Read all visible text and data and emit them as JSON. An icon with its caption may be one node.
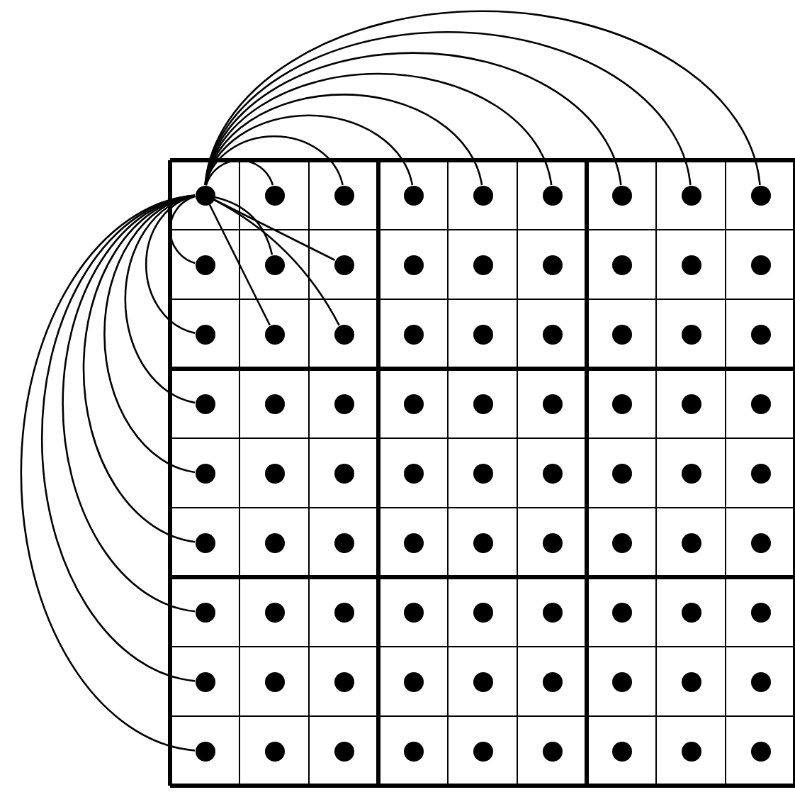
{
  "diagram": {
    "nodes": [
      {
        "text": [],
        "shape": "circle"
      },
      {
        "text": [],
        "shape": "circle"
      },
      {
        "text": [],
        "shape": "circle"
      },
      {
        "text": [],
        "shape": "circle"
      },
      {
        "text": [],
        "shape": "circle"
      },
      {
        "text": [],
        "shape": "circle"
      },
      {
        "text": [],
        "shape": "circle"
      },
      {
        "text": [],
        "shape": "circle"
      },
      {
        "text": [],
        "shape": "circle"
      },
      {
        "text": [],
        "shape": "circle"
      },
      {
        "text": [],
        "shape": "circle"
      },
      {
        "text": [],
        "shape": "circle"
      },
      {
        "text": [],
        "shape": "circle"
      },
      {
        "text": [],
        "shape": "circle"
      },
      {
        "text": [],
        "shape": "circle"
      },
      {
        "text": [],
        "shape": "circle"
      },
      {
        "text": [],
        "shape": "circle"
      },
      {
        "text": [],
        "shape": "circle"
      },
      {
        "text": [],
        "shape": "circle"
      },
      {
        "text": [],
        "shape": "circle"
      },
      {
        "text": [],
        "shape": "circle"
      },
      {
        "text": [],
        "shape": "circle"
      },
      {
        "text": [],
        "shape": "circle"
      },
      {
        "text": [],
        "shape": "circle"
      },
      {
        "text": [],
        "shape": "circle"
      },
      {
        "text": [],
        "shape": "circle"
      },
      {
        "text": [],
        "shape": "circle"
      },
      {
        "text": [],
        "shape": "circle"
      },
      {
        "text": [],
        "shape": "circle"
      },
      {
        "text": [],
        "shape": "circle"
      },
      {
        "text": [],
        "shape": "circle"
      },
      {
        "text": [],
        "shape": "circle"
      },
      {
        "text": [],
        "shape": "circle"
      },
      {
        "text": [],
        "shape": "circle"
      },
      {
        "text": [],
        "shape": "circle"
      },
      {
        "text": [],
        "shape": "circle"
      },
      {
        "text": [],
        "shape": "circle"
      },
      {
        "text": [],
        "shape": "circle"
      },
      {
        "text": [],
        "shape": "circle"
      },
      {
        "text": [],
        "shape": "circle"
      },
      {
        "text": [],
        "shape": "circle"
      },
      {
        "text": [],
        "shape": "circle"
      },
      {
        "text": [],
        "shape": "circle"
      },
      {
        "text": [],
        "shape": "circle"
      },
      {
        "text": [],
        "shape": "circle"
      },
      {
        "text": [],
        "shape": "circle"
      },
      {
        "text": [],
        "shape": "circle"
      },
      {
        "text": [],
        "shape": "circle"
      },
      {
        "text": [],
        "shape": "circle"
      },
      {
        "text": [],
        "shape": "circle"
      },
      {
        "text": [],
        "shape": "circle"
      },
      {
        "text": [],
        "shape": "circle"
      },
      {
        "text": [],
        "shape": "circle"
      },
      {
        "text": [],
        "shape": "circle"
      },
      {
        "text": [],
        "shape": "circle"
      },
      {
        "text": [],
        "shape": "circle"
      },
      {
        "text": [],
        "shape": "circle"
      },
      {
        "text": [],
        "shape": "circle"
      },
      {
        "text": [],
        "shape": "circle"
      },
      {
        "text": [],
        "shape": "circle"
      },
      {
        "text": [],
        "shape": "circle"
      },
      {
        "text": [],
        "shape": "circle"
      },
      {
        "text": [],
        "shape": "circle"
      },
      {
        "text": [],
        "shape": "circle"
      },
      {
        "text": [],
        "shape": "circle"
      },
      {
        "text": [],
        "shape": "circle"
      },
      {
        "text": [],
        "shape": "circle"
      },
      {
        "text": [],
        "shape": "circle"
      },
      {
        "text": [],
        "shape": "circle"
      },
      {
        "text": [],
        "shape": "circle"
      },
      {
        "text": [],
        "shape": "circle"
      },
      {
        "text": [],
        "shape": "circle"
      },
      {
        "text": [],
        "shape": "circle"
      },
      {
        "text": [],
        "shape": "circle"
      },
      {
        "text": [],
        "shape": "circle"
      },
      {
        "text": [],
        "shape": "circle"
      },
      {
        "text": [],
        "shape": "circle"
      },
      {
        "text": [],
        "shape": "circle"
      },
      {
        "text": [],
        "shape": "circle"
      },
      {
        "text": [],
        "shape": "circle"
      },
      {
        "text": [],
        "shape": "circle"
      }
    ],
    "edges": [
      {
        "from": 0,
        "to": 1,
        "arrow": "none"
      },
      {
        "from": 0,
        "to": 2,
        "arrow": "none"
      },
      {
        "from": 0,
        "to": 3,
        "arrow": "none"
      },
      {
        "from": 0,
        "to": 4,
        "arrow": "none"
      },
      {
        "from": 0,
        "to": 5,
        "arrow": "none"
      },
      {
        "from": 0,
        "to": 6,
        "arrow": "none"
      },
      {
        "from": 0,
        "to": 7,
        "arrow": "none"
      },
      {
        "from": 0,
        "to": 8,
        "arrow": "none"
      },
      {
        "from": 0,
        "to": 9,
        "arrow": "none"
      },
      {
        "from": 0,
        "to": 18,
        "arrow": "none"
      },
      {
        "from": 0,
        "to": 27,
        "arrow": "none"
      },
      {
        "from": 0,
        "to": 36,
        "arrow": "none"
      },
      {
        "from": 0,
        "to": 45,
        "arrow": "none"
      },
      {
        "from": 0,
        "to": 54,
        "arrow": "none"
      },
      {
        "from": 0,
        "to": 63,
        "arrow": "none"
      },
      {
        "from": 0,
        "to": 72,
        "arrow": "none"
      },
      {
        "from": 0,
        "to": 10,
        "arrow": "none"
      },
      {
        "from": 0,
        "to": 11,
        "arrow": "none"
      },
      {
        "from": 0,
        "to": 19,
        "arrow": "none"
      },
      {
        "from": 0,
        "to": 20,
        "arrow": "none"
      }
    ]
  }
}
